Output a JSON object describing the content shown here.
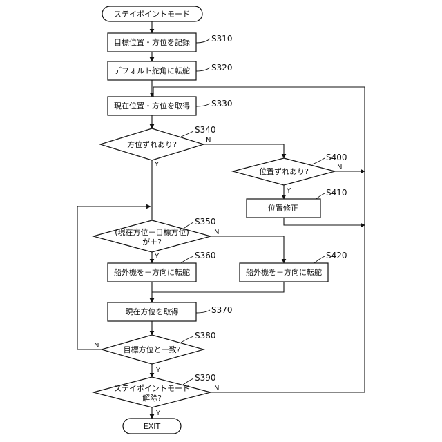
{
  "nodes": {
    "start": "ステイポイントモード",
    "s310": "目標位置・方位を記録",
    "s320": "デフォルト舵角に転舵",
    "s330": "現在位置・方位を取得",
    "s340": "方位ずれあり?",
    "s400": "位置ずれあり?",
    "s410": "位置修正",
    "s350_line1": "(現在方位－目標方位)",
    "s350_line2": "が＋?",
    "s360": "船外機を＋方向に転舵",
    "s420": "船外機を－方向に転舵",
    "s370": "現在方位を取得",
    "s380": "目標方位と一致?",
    "s390_line1": "ステイポイントモード",
    "s390_line2": "解除?",
    "end": "EXIT"
  },
  "steps": {
    "s310": "S310",
    "s320": "S320",
    "s330": "S330",
    "s340": "S340",
    "s400": "S400",
    "s410": "S410",
    "s350": "S350",
    "s360": "S360",
    "s420": "S420",
    "s370": "S370",
    "s380": "S380",
    "s390": "S390"
  },
  "branches": {
    "s340_no": "N",
    "s340_yes": "Y",
    "s400_no": "N",
    "s400_yes": "Y",
    "s350_no": "N",
    "s350_yes": "Y",
    "s380_no": "N",
    "s380_yes": "Y",
    "s390_no": "N",
    "s390_yes": "Y"
  }
}
